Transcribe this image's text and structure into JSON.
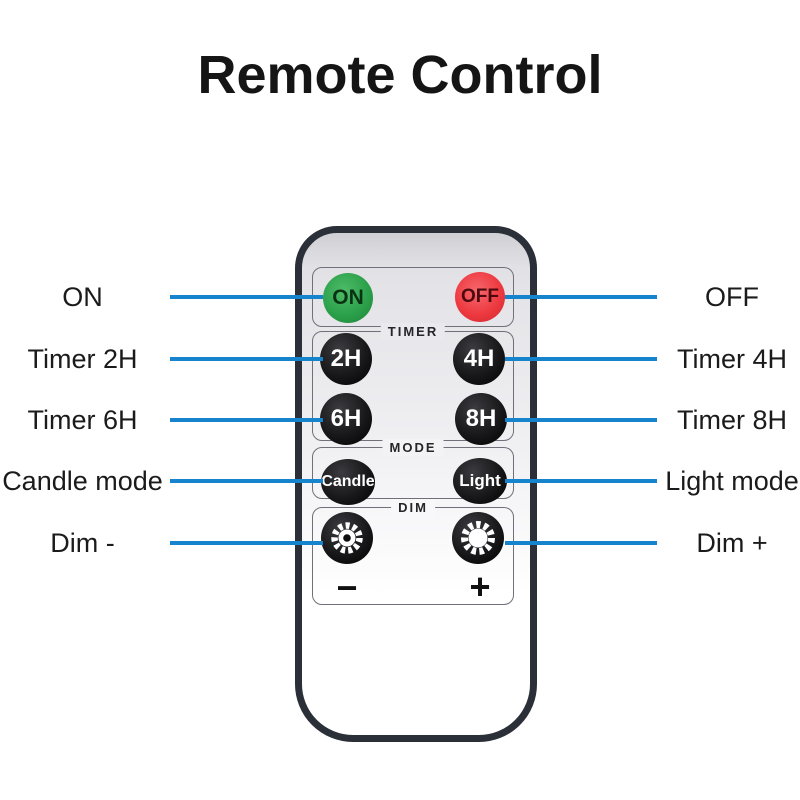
{
  "title": "Remote Control",
  "remote": {
    "power": {
      "on": "ON",
      "off": "OFF"
    },
    "sections": {
      "timer": {
        "label": "TIMER",
        "buttons": [
          "2H",
          "4H",
          "6H",
          "8H"
        ]
      },
      "mode": {
        "label": "MODE",
        "buttons": [
          "Candle",
          "Light"
        ]
      },
      "dim": {
        "label": "DIM",
        "minus": "−",
        "plus": "+"
      }
    }
  },
  "annotations": {
    "left": [
      "ON",
      "Timer 2H",
      "Timer 6H",
      "Candle mode",
      "Dim -"
    ],
    "right": [
      "OFF",
      "Timer 4H",
      "Timer 8H",
      "Light mode",
      "Dim +"
    ]
  },
  "icons": {
    "dim_minus": "sun-dim-minus-icon",
    "dim_plus": "sun-dim-plus-icon"
  },
  "colors": {
    "accent_line": "#1584cd",
    "on_green": "#2ca14b",
    "off_red": "#ee3a41",
    "button_black": "#0e0e10"
  }
}
